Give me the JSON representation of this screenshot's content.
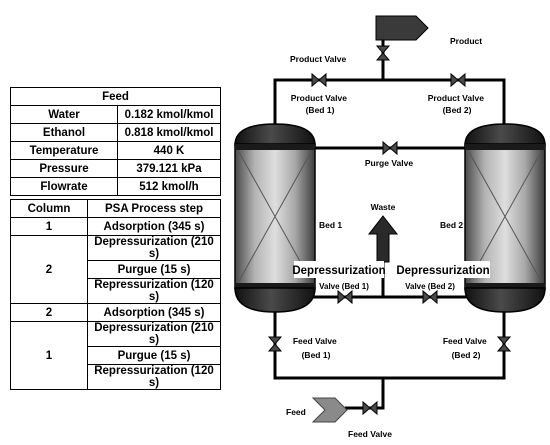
{
  "feed_table": {
    "title": "Feed",
    "rows": [
      {
        "name": "Water",
        "value": "0.182 kmol/kmol"
      },
      {
        "name": "Ethanol",
        "value": "0.818 kmol/kmol"
      },
      {
        "name": "Temperature",
        "value": "440 K"
      },
      {
        "name": "Pressure",
        "value": "379.121 kPa"
      },
      {
        "name": "Flowrate",
        "value": "512 kmol/h"
      }
    ]
  },
  "psa_table": {
    "headers": [
      "Column",
      "PSA Process step"
    ],
    "groups": [
      {
        "column": "1",
        "steps": [
          "Adsorption (345 s)"
        ]
      },
      {
        "column": "2",
        "steps": [
          "Depressurization (210 s)",
          "Purgue (15 s)",
          "Repressurization (120 s)"
        ]
      },
      {
        "column": "2",
        "steps": [
          "Adsorption (345 s)"
        ]
      },
      {
        "column": "1",
        "steps": [
          "Depressurization (210 s)",
          "Purgue (15 s)",
          "Repressurization (120 s)"
        ]
      }
    ]
  },
  "diagram": {
    "product": "Product",
    "product_valve": "Product Valve",
    "product_valve_bed1": [
      "Product Valve",
      "(Bed 1)"
    ],
    "product_valve_bed2": [
      "Product Valve",
      "(Bed 2)"
    ],
    "purge_valve": "Purge Valve",
    "bed1": "Bed 1",
    "bed2": "Bed 2",
    "waste": "Waste",
    "depressurization_left": "Depressurization",
    "depressurization_right": "Depressurization",
    "valve_bed1": "Valve (Bed 1)",
    "valve_bed2": "Valve (Bed 2)",
    "feed_valve_bed1": [
      "Feed Valve",
      "(Bed 1)"
    ],
    "feed_valve_bed2": [
      "Feed Valve",
      "(Bed 2)"
    ],
    "feed": "Feed",
    "feed_valve": "Feed Valve"
  }
}
